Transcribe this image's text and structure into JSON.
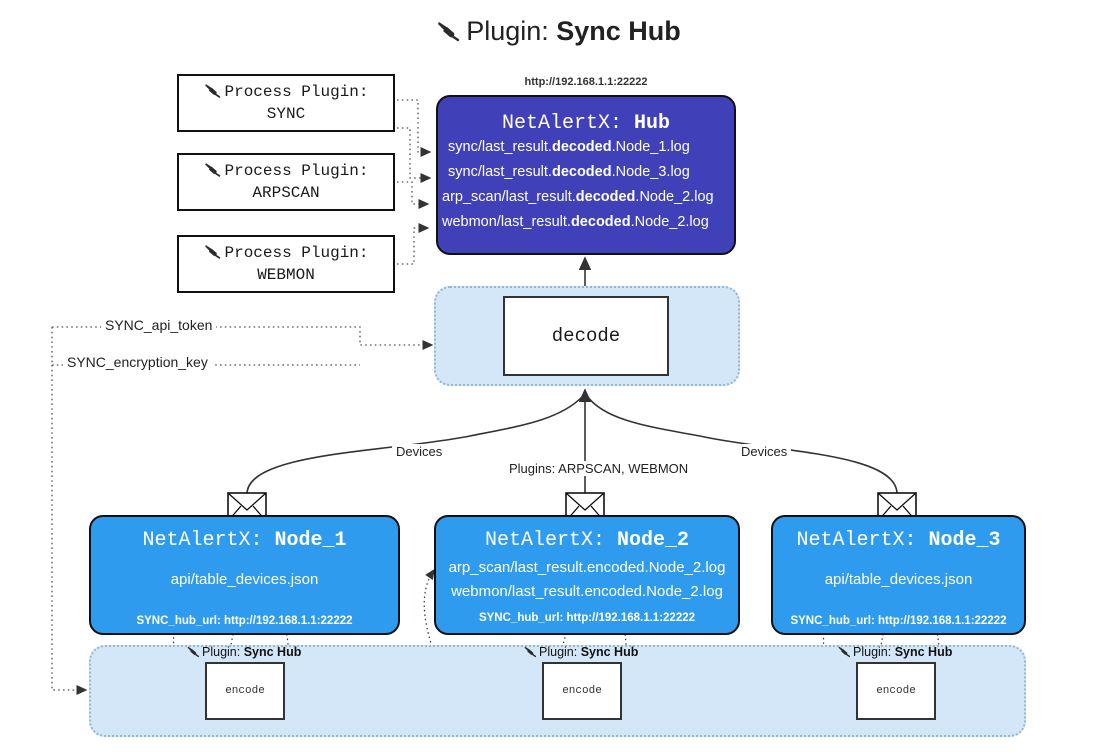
{
  "title": {
    "icon": "plug-icon",
    "prefix": "Plugin: ",
    "name": "Sync Hub"
  },
  "process_plugins": [
    {
      "line1": "Process Plugin:",
      "line2": "SYNC",
      "icon": "plug-icon"
    },
    {
      "line1": "Process Plugin:",
      "line2": "ARPSCAN",
      "icon": "plug-icon"
    },
    {
      "line1": "Process Plugin:",
      "line2": "WEBMON",
      "icon": "plug-icon"
    }
  ],
  "hub": {
    "url": "http://192.168.1.1:22222",
    "title_prefix": "NetAlertX: ",
    "title_name": "Hub",
    "logs": [
      {
        "pre": "sync/last_result.",
        "mid": "decoded",
        "post": ".Node_1.log"
      },
      {
        "pre": "sync/last_result.",
        "mid": "decoded",
        "post": ".Node_3.log"
      },
      {
        "pre": "arp_scan/last_result.",
        "mid": "decoded",
        "post": ".Node_2.log"
      },
      {
        "pre": "webmon/last_result.",
        "mid": "decoded",
        "post": ".Node_2.log"
      }
    ]
  },
  "decode": {
    "label": "decode"
  },
  "keys": {
    "api_token": "SYNC_api_token",
    "encryption_key": "SYNC_encryption_key"
  },
  "edge_labels": {
    "devices_left": "Devices",
    "devices_right": "Devices",
    "plugins_center": "Plugins: ARPSCAN, WEBMON"
  },
  "nodes": [
    {
      "title_prefix": "NetAlertX: ",
      "title_name": "Node_1",
      "icon": "envelope-icon",
      "lines": [
        "api/table_devices.json"
      ],
      "url_label": "SYNC_hub_url: ",
      "url_value": "http://192.168.1.1:22222"
    },
    {
      "title_prefix": "NetAlertX: ",
      "title_name": "Node_2",
      "icon": "envelope-icon",
      "lines": [
        "arp_scan/last_result.encoded.Node_2.log",
        "webmon/last_result.encoded.Node_2.log"
      ],
      "url_label": "SYNC_hub_url: ",
      "url_value": "http://192.168.1.1:22222"
    },
    {
      "title_prefix": "NetAlertX: ",
      "title_name": "Node_3",
      "icon": "envelope-icon",
      "lines": [
        "api/table_devices.json"
      ],
      "url_label": "SYNC_hub_url: ",
      "url_value": "http://192.168.1.1:22222"
    }
  ],
  "encoders": [
    {
      "plugin_prefix": "Plugin: ",
      "plugin_name": "Sync Hub",
      "label": "encode",
      "icon": "plug-icon"
    },
    {
      "plugin_prefix": "Plugin: ",
      "plugin_name": "Sync Hub",
      "label": "encode",
      "icon": "plug-icon"
    },
    {
      "plugin_prefix": "Plugin: ",
      "plugin_name": "Sync Hub",
      "label": "encode",
      "icon": "plug-icon"
    }
  ],
  "colors": {
    "hub_fill": "#4040b8",
    "node_fill": "#2f9bee",
    "container_fill": "#d4e7f8",
    "container_border": "#8fb8d8",
    "stroke": "#111111",
    "background": "#ffffff"
  }
}
